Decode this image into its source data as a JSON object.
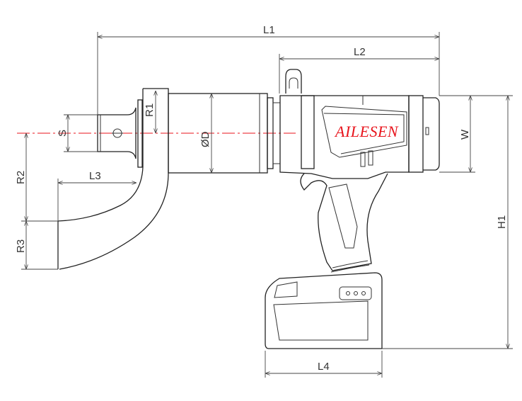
{
  "drawing": {
    "brand": "AILESEN",
    "dimensions": {
      "L1": "L1",
      "L2": "L2",
      "L3": "L3",
      "L4": "L4",
      "R1": "R1",
      "R2": "R2",
      "R3": "R3",
      "S": "S",
      "D": "ØD",
      "W": "W",
      "H1": "H1"
    },
    "colors": {
      "centerline": "#e8141c",
      "brand": "#e8141c",
      "lines": "#333333"
    }
  }
}
